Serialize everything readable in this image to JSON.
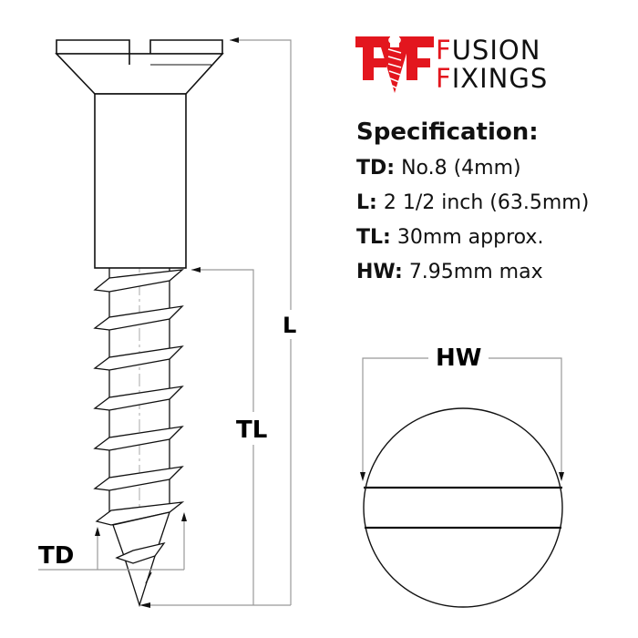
{
  "brand": {
    "name_line1": "FUSION",
    "name_line2": "FIXINGS",
    "accent_color": "#e3161e",
    "logo_icon": "ff-screw-logo-icon"
  },
  "specification": {
    "title": "Specification:",
    "rows": [
      {
        "key": "TD:",
        "value": "No.8 (4mm)"
      },
      {
        "key": "L:",
        "value": "2 1/2 inch (63.5mm)"
      },
      {
        "key": "TL:",
        "value": "30mm approx."
      },
      {
        "key": "HW:",
        "value": "7.95mm max"
      }
    ]
  },
  "diagram": {
    "labels": {
      "length": "L",
      "thread_length": "TL",
      "thread_diameter": "TD",
      "head_width": "HW"
    },
    "side_view": "slotted-countersunk-wood-screw",
    "top_view": "slotted-head-circle"
  }
}
